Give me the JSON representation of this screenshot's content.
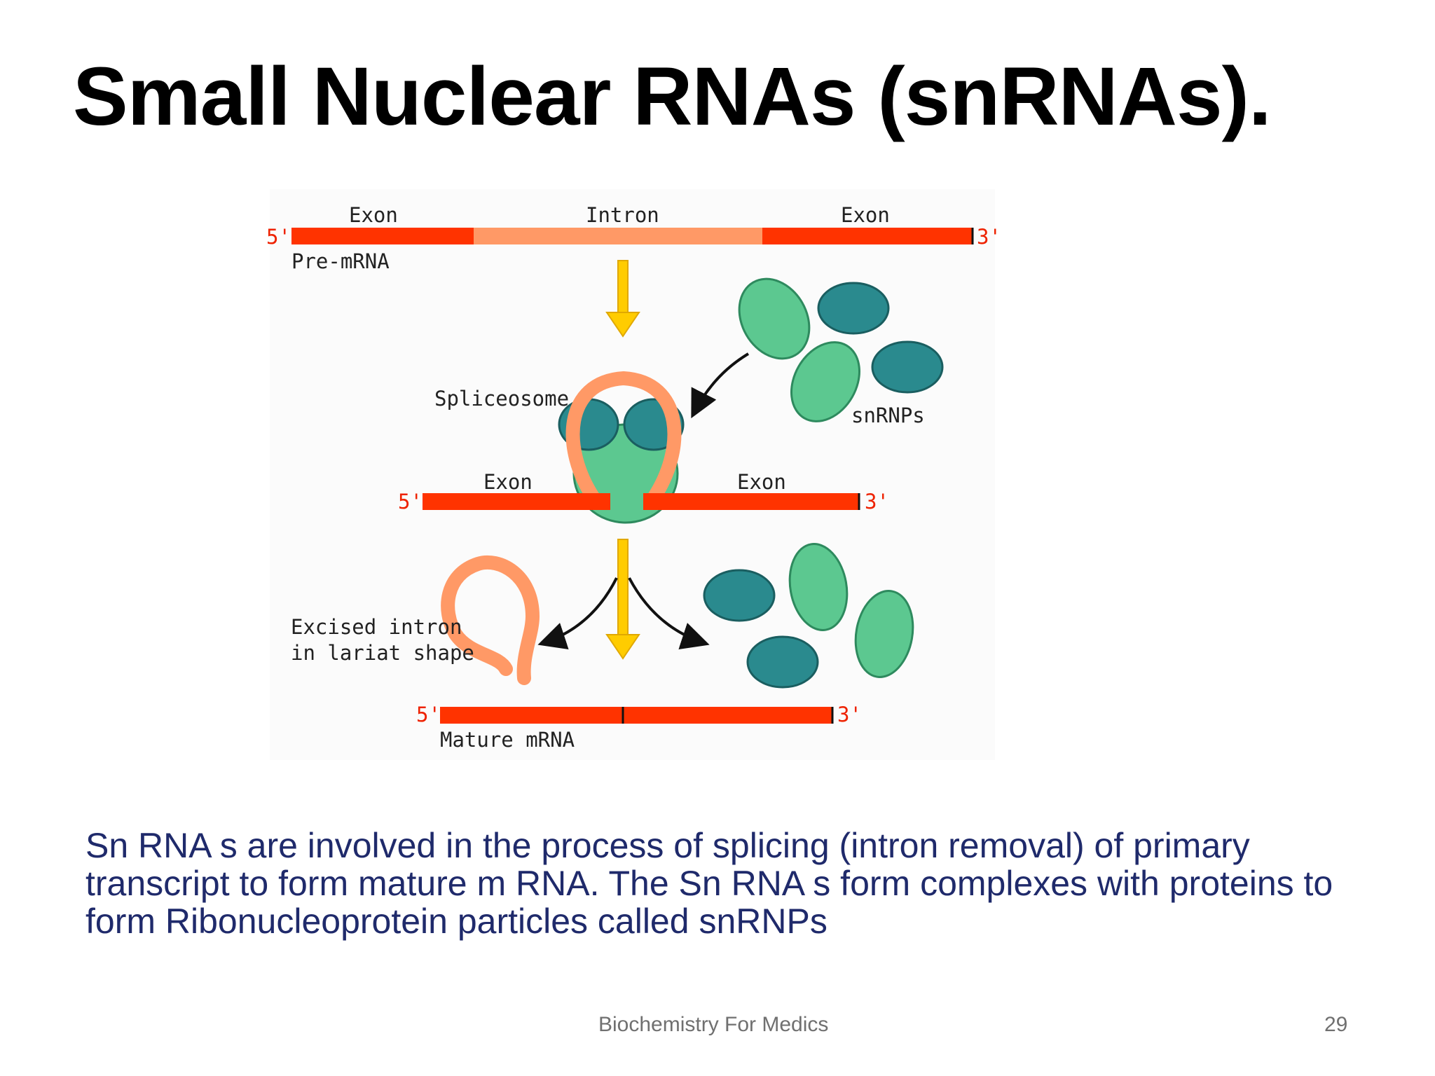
{
  "slide": {
    "title": "Small Nuclear RNAs (snRNAs).",
    "body": "Sn RNA s are involved in the process of splicing (intron removal) of primary transcript to form mature m RNA. The Sn RNA s form complexes with proteins to form Ribonucleoprotein particles called snRNPs",
    "footer": "Biochemistry For Medics",
    "page_number": "29"
  },
  "diagram": {
    "pre_mrna": {
      "exon_left": "Exon",
      "intron": "Intron",
      "exon_right": "Exon",
      "five_prime": "5'",
      "three_prime": "3'",
      "label": "Pre-mRNA"
    },
    "spliceosome_label": "Spliceosome",
    "snrnps_label": "snRNPs",
    "middle": {
      "exon_left": "Exon",
      "exon_right": "Exon",
      "five_prime": "5'",
      "three_prime": "3'"
    },
    "lariat_line1": "Excised intron",
    "lariat_line2": "in lariat shape",
    "mature": {
      "five_prime": "5'",
      "three_prime": "3'",
      "label": "Mature mRNA"
    }
  },
  "colors": {
    "exon": "#ff3300",
    "intron": "#ff9966",
    "arrow": "#ffcc00",
    "snrnp_teal": "#2a8a8e",
    "snrnp_green": "#5cc890",
    "title_text": "#000000",
    "body_text": "#1f2a6b",
    "footer_text": "#707070"
  }
}
